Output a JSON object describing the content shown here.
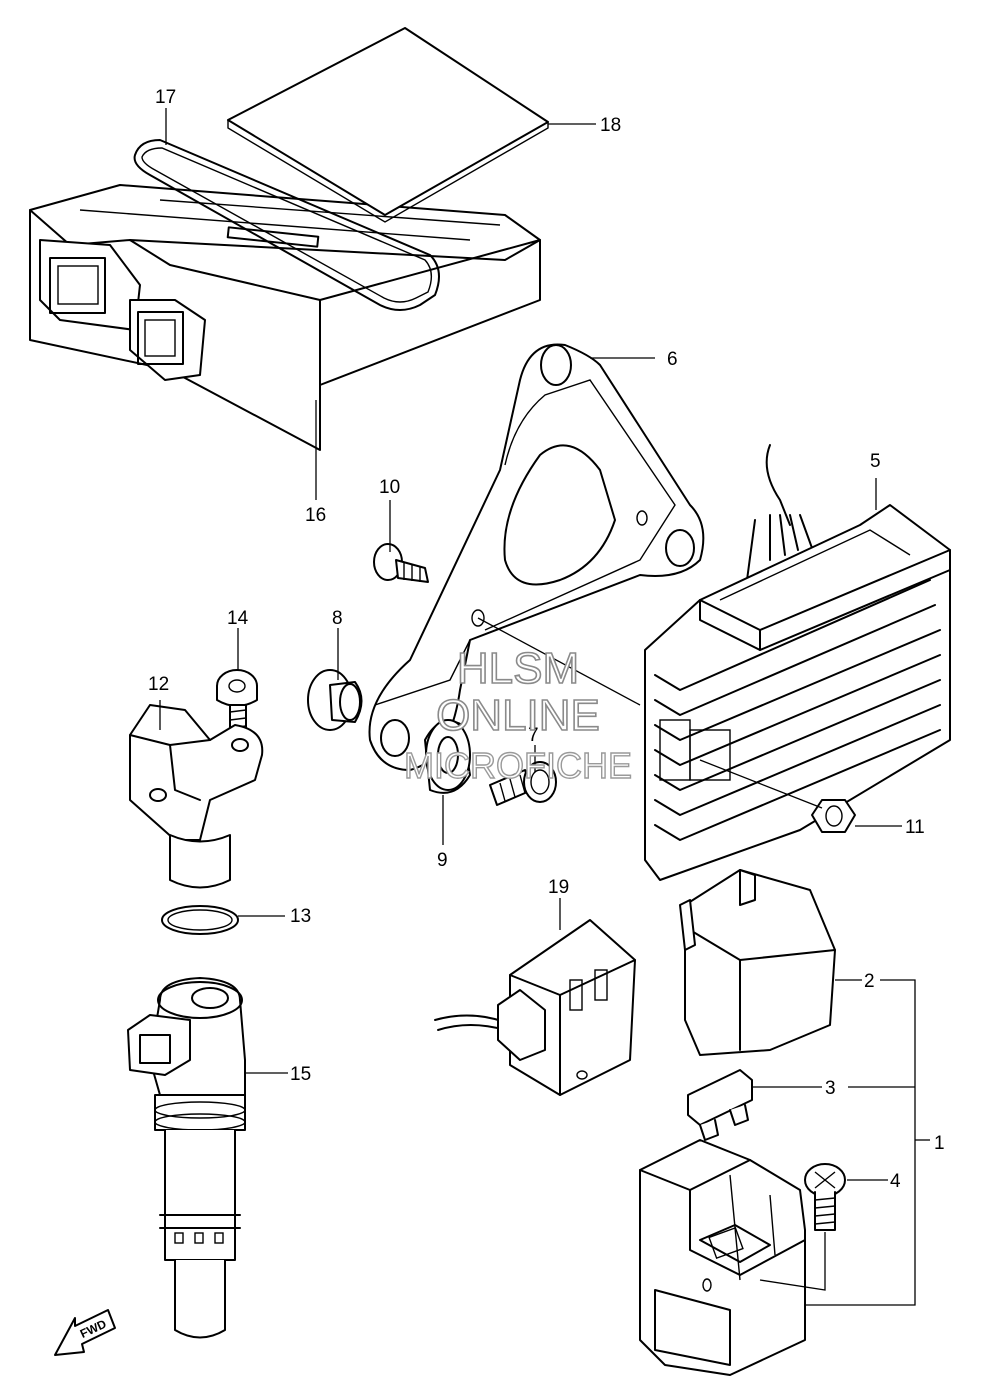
{
  "callouts": {
    "c1": "1",
    "c2": "2",
    "c3": "3",
    "c4": "4",
    "c5": "5",
    "c6": "6",
    "c7": "7",
    "c8": "8",
    "c9": "9",
    "c10": "10",
    "c11": "11",
    "c12": "12",
    "c13": "13",
    "c14": "14",
    "c15": "15",
    "c16": "16",
    "c17": "17",
    "c18": "18",
    "c19": "19"
  },
  "watermark": {
    "line1": "HLSM",
    "line2": "ONLINE",
    "line3": "MICROFICHE"
  },
  "direction_arrow": {
    "label": "FWD"
  }
}
